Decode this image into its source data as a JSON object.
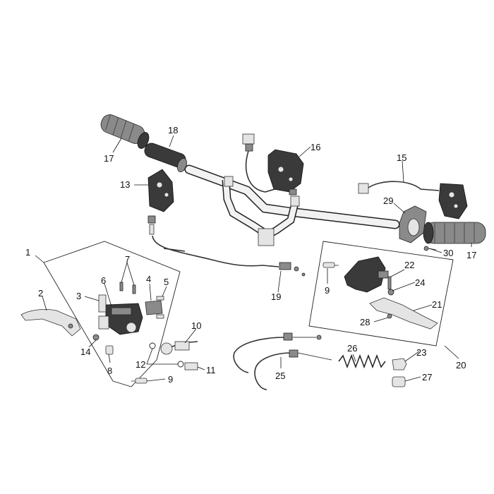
{
  "diagram": {
    "labels": {
      "1": "1",
      "2": "2",
      "3": "3",
      "4": "4",
      "5": "5",
      "6": "6",
      "7": "7",
      "8": "8",
      "9a": "9",
      "9b": "9",
      "10": "10",
      "11": "11",
      "12": "12",
      "13": "13",
      "14": "14",
      "15": "15",
      "16": "16",
      "17a": "17",
      "17b": "17",
      "18": "18",
      "19": "19",
      "20": "20",
      "21": "21",
      "22": "22",
      "23": "23",
      "24": "24",
      "25": "25",
      "26": "26",
      "27": "27",
      "28": "28",
      "29": "29",
      "30": "30"
    }
  }
}
